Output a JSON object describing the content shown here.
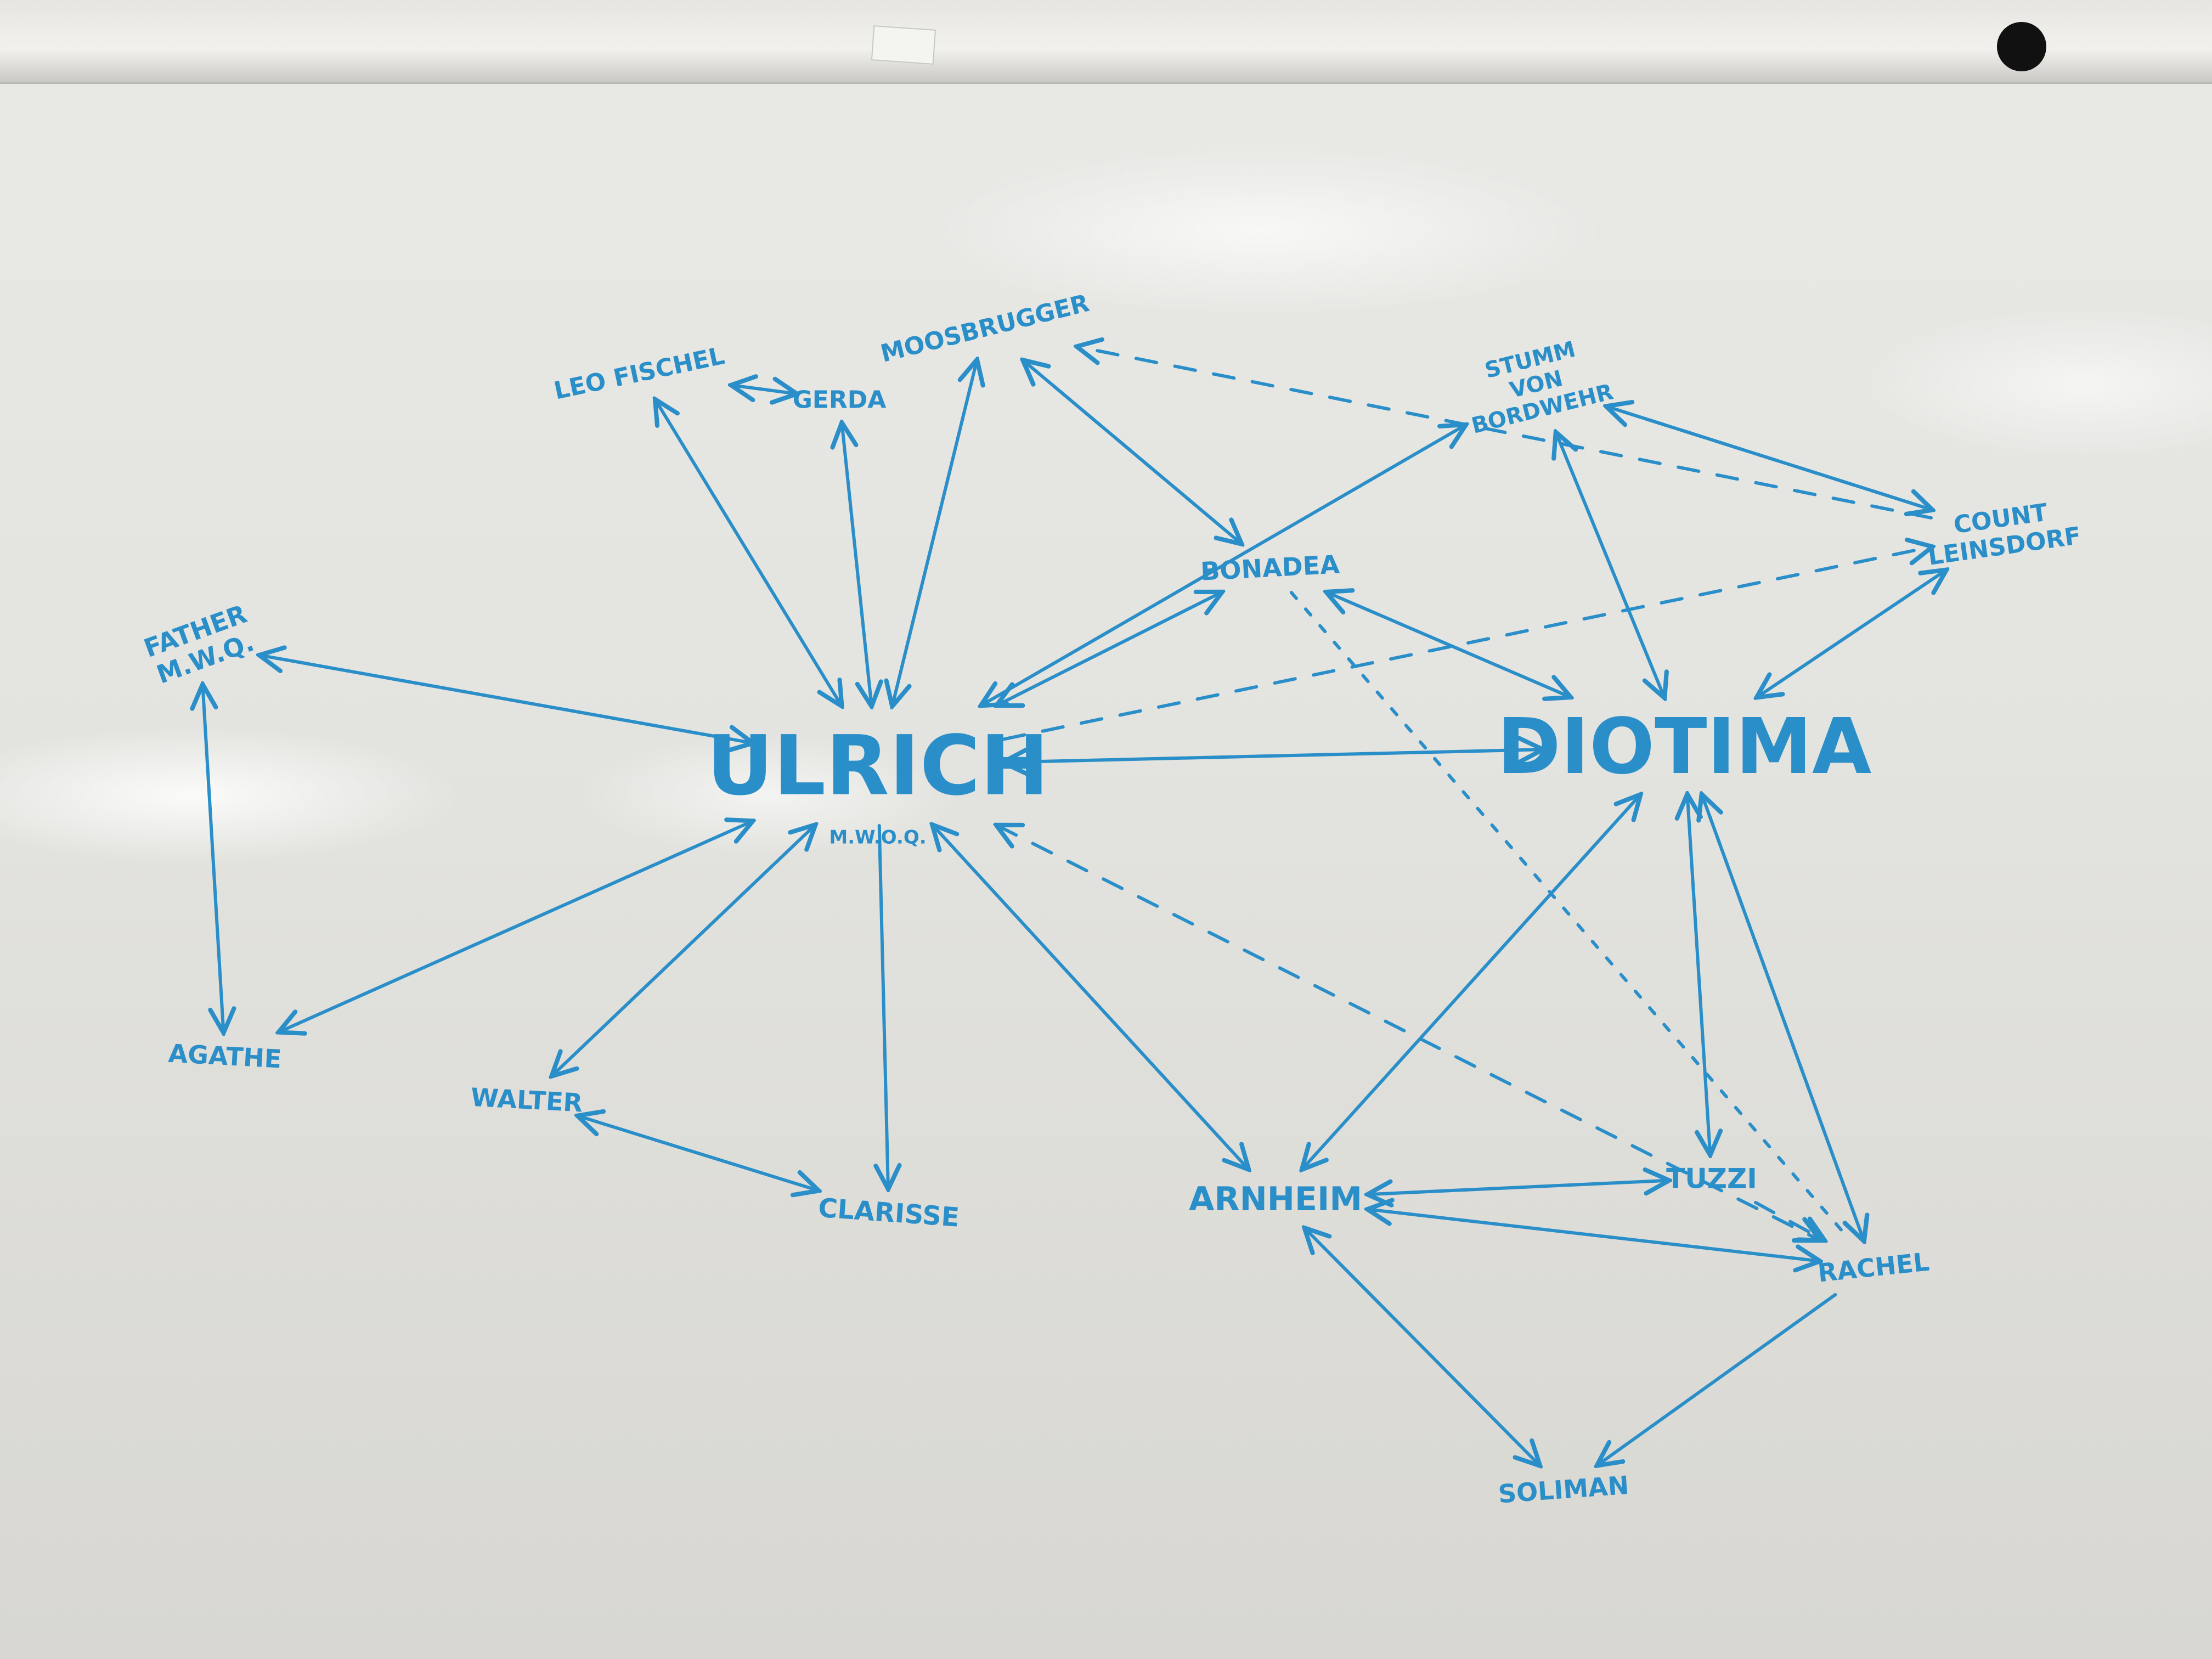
{
  "nodes": [
    {
      "id": "ulrich",
      "label": "ULRICH",
      "sub": "M.W.O.Q."
    },
    {
      "id": "diotima",
      "label": "DIOTIMA",
      "sub": ""
    },
    {
      "id": "leo",
      "label": "LEO FISCHEL",
      "sub": ""
    },
    {
      "id": "gerda",
      "label": "GERDA",
      "sub": ""
    },
    {
      "id": "moosbrugger",
      "label": "MOOSBRUGGER",
      "sub": ""
    },
    {
      "id": "stumm",
      "label": "STUMM VON BORDWEHR",
      "sub": ""
    },
    {
      "id": "leinsdorf",
      "label": "COUNT LEINSDORF",
      "sub": ""
    },
    {
      "id": "bonadea",
      "label": "BONADEA",
      "sub": ""
    },
    {
      "id": "father",
      "label": "FATHER M.W.Q.",
      "sub": ""
    },
    {
      "id": "agathe",
      "label": "AGATHE",
      "sub": ""
    },
    {
      "id": "walter",
      "label": "WALTER",
      "sub": ""
    },
    {
      "id": "clarisse",
      "label": "CLARISSE",
      "sub": ""
    },
    {
      "id": "arnheim",
      "label": "ARNHEIM",
      "sub": ""
    },
    {
      "id": "tuzzi",
      "label": "TUZZI",
      "sub": ""
    },
    {
      "id": "rachel",
      "label": "RACHEL",
      "sub": ""
    },
    {
      "id": "soliman",
      "label": "SOLIMAN",
      "sub": ""
    }
  ],
  "edges": [
    {
      "from": "leo",
      "to": "gerda",
      "style": "solid",
      "arrows": "both"
    },
    {
      "from": "leo",
      "to": "ulrich",
      "style": "solid",
      "arrows": "both"
    },
    {
      "from": "gerda",
      "to": "ulrich",
      "style": "solid",
      "arrows": "both"
    },
    {
      "from": "moosbrugger",
      "to": "ulrich",
      "style": "solid",
      "arrows": "both"
    },
    {
      "from": "moosbrugger",
      "to": "bonadea",
      "style": "solid",
      "arrows": "both"
    },
    {
      "from": "moosbrugger",
      "to": "bonadea",
      "style": "dashed",
      "arrows": "start"
    },
    {
      "from": "leinsdorf",
      "to": "moosbrugger",
      "style": "dashed",
      "arrows": "end"
    },
    {
      "from": "ulrich",
      "to": "stumm",
      "style": "solid",
      "arrows": "both"
    },
    {
      "from": "stumm",
      "to": "leinsdorf",
      "style": "solid",
      "arrows": "end"
    },
    {
      "from": "stumm",
      "to": "leinsdorf",
      "style": "dashed",
      "arrows": "both"
    },
    {
      "from": "stumm",
      "to": "diotima",
      "style": "solid",
      "arrows": "both"
    },
    {
      "from": "ulrich",
      "to": "bonadea",
      "style": "solid",
      "arrows": "both"
    },
    {
      "from": "ulrich",
      "to": "leinsdorf",
      "style": "dashed",
      "arrows": "end"
    },
    {
      "from": "leinsdorf",
      "to": "diotima",
      "style": "solid",
      "arrows": "both"
    },
    {
      "from": "bonadea",
      "to": "diotima",
      "style": "solid",
      "arrows": "both"
    },
    {
      "from": "bonadea",
      "to": "rachel",
      "style": "dotted",
      "arrows": "none"
    },
    {
      "from": "ulrich",
      "to": "diotima",
      "style": "solid",
      "arrows": "both"
    },
    {
      "from": "father",
      "to": "ulrich",
      "style": "solid",
      "arrows": "both"
    },
    {
      "from": "father",
      "to": "agathe",
      "style": "solid",
      "arrows": "both"
    },
    {
      "from": "ulrich",
      "to": "agathe",
      "style": "solid",
      "arrows": "both"
    },
    {
      "from": "ulrich",
      "to": "walter",
      "style": "solid",
      "arrows": "both"
    },
    {
      "from": "walter",
      "to": "clarisse",
      "style": "solid",
      "arrows": "both"
    },
    {
      "from": "ulrich",
      "to": "clarisse",
      "style": "solid",
      "arrows": "end"
    },
    {
      "from": "ulrich",
      "to": "arnheim",
      "style": "solid",
      "arrows": "both"
    },
    {
      "from": "ulrich",
      "to": "rachel",
      "style": "dashed",
      "arrows": "both"
    },
    {
      "from": "diotima",
      "to": "arnheim",
      "style": "solid",
      "arrows": "both"
    },
    {
      "from": "diotima",
      "to": "tuzzi",
      "style": "solid",
      "arrows": "both"
    },
    {
      "from": "diotima",
      "to": "rachel",
      "style": "solid",
      "arrows": "both"
    },
    {
      "from": "arnheim",
      "to": "tuzzi",
      "style": "solid",
      "arrows": "both"
    },
    {
      "from": "arnheim",
      "to": "rachel",
      "style": "solid",
      "arrows": "both"
    },
    {
      "from": "arnheim",
      "to": "soliman",
      "style": "solid",
      "arrows": "both"
    },
    {
      "from": "rachel",
      "to": "soliman",
      "style": "solid",
      "arrows": "end"
    },
    {
      "from": "tuzzi",
      "to": "rachel",
      "style": "dashed",
      "arrows": "end"
    },
    {
      "from": "diotima",
      "to": "rachel",
      "style": "dotted",
      "arrows": "end"
    }
  ],
  "colors": {
    "marker": "#2a8ec9",
    "board": "#e6e6e2"
  }
}
